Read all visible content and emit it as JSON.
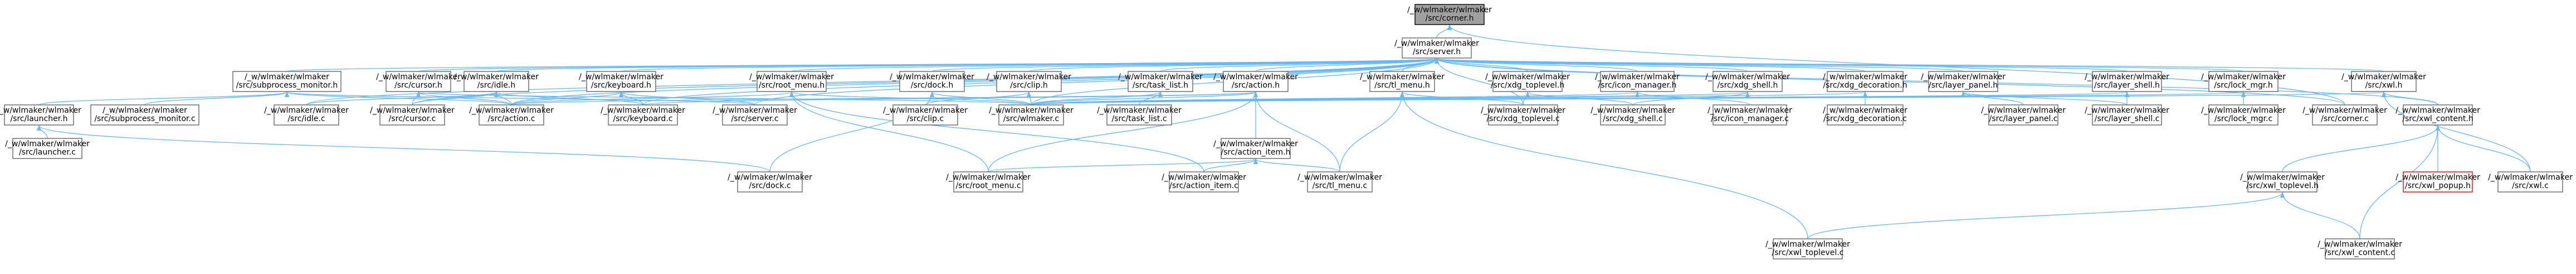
{
  "colors": {
    "edge": "#63b8ff",
    "node_border": "#666666",
    "root_fill": "#a0a0a0",
    "highlight_border": "#ff0000"
  },
  "nodes": [
    {
      "id": "corner_h",
      "line1": "/_w/wlmaker/wlmaker",
      "line2": "/src/corner.h"
    },
    {
      "id": "server_h",
      "line1": "/_w/wlmaker/wlmaker",
      "line2": "/src/server.h"
    },
    {
      "id": "subprocess_monitor_h",
      "line1": "/_w/wlmaker/wlmaker",
      "line2": "/src/subprocess_monitor.h"
    },
    {
      "id": "cursor_h",
      "line1": "/_w/wlmaker/wlmaker",
      "line2": "/src/cursor.h"
    },
    {
      "id": "idle_h",
      "line1": "/_w/wlmaker/wlmaker",
      "line2": "/src/idle.h"
    },
    {
      "id": "keyboard_h",
      "line1": "/_w/wlmaker/wlmaker",
      "line2": "/src/keyboard.h"
    },
    {
      "id": "root_menu_h",
      "line1": "/_w/wlmaker/wlmaker",
      "line2": "/src/root_menu.h"
    },
    {
      "id": "dock_h",
      "line1": "/_w/wlmaker/wlmaker",
      "line2": "/src/dock.h"
    },
    {
      "id": "clip_h",
      "line1": "/_w/wlmaker/wlmaker",
      "line2": "/src/clip.h"
    },
    {
      "id": "task_list_h",
      "line1": "/_w/wlmaker/wlmaker",
      "line2": "/src/task_list.h"
    },
    {
      "id": "action_h",
      "line1": "/_w/wlmaker/wlmaker",
      "line2": "/src/action.h"
    },
    {
      "id": "tl_menu_h",
      "line1": "/_w/wlmaker/wlmaker",
      "line2": "/src/tl_menu.h"
    },
    {
      "id": "xdg_toplevel_h",
      "line1": "/_w/wlmaker/wlmaker",
      "line2": "/src/xdg_toplevel.h"
    },
    {
      "id": "icon_manager_h",
      "line1": "/_w/wlmaker/wlmaker",
      "line2": "/src/icon_manager.h"
    },
    {
      "id": "xdg_shell_h",
      "line1": "/_w/wlmaker/wlmaker",
      "line2": "/src/xdg_shell.h"
    },
    {
      "id": "xdg_decoration_h",
      "line1": "/_w/wlmaker/wlmaker",
      "line2": "/src/xdg_decoration.h"
    },
    {
      "id": "layer_panel_h",
      "line1": "/_w/wlmaker/wlmaker",
      "line2": "/src/layer_panel.h"
    },
    {
      "id": "layer_shell_h",
      "line1": "/_w/wlmaker/wlmaker",
      "line2": "/src/layer_shell.h"
    },
    {
      "id": "lock_mgr_h",
      "line1": "/_w/wlmaker/wlmaker",
      "line2": "/src/lock_mgr.h"
    },
    {
      "id": "xwl_h",
      "line1": "/_w/wlmaker/wlmaker",
      "line2": "/src/xwl.h"
    },
    {
      "id": "launcher_h",
      "line1": "/_w/wlmaker/wlmaker",
      "line2": "/src/launcher.h"
    },
    {
      "id": "subprocess_monitor_c",
      "line1": "/_w/wlmaker/wlmaker",
      "line2": "/src/subprocess_monitor.c"
    },
    {
      "id": "idle_c",
      "line1": "/_w/wlmaker/wlmaker",
      "line2": "/src/idle.c"
    },
    {
      "id": "cursor_c",
      "line1": "/_w/wlmaker/wlmaker",
      "line2": "/src/cursor.c"
    },
    {
      "id": "action_c",
      "line1": "/_w/wlmaker/wlmaker",
      "line2": "/src/action.c"
    },
    {
      "id": "keyboard_c",
      "line1": "/_w/wlmaker/wlmaker",
      "line2": "/src/keyboard.c"
    },
    {
      "id": "server_c",
      "line1": "/_w/wlmaker/wlmaker",
      "line2": "/src/server.c"
    },
    {
      "id": "clip_c",
      "line1": "/_w/wlmaker/wlmaker",
      "line2": "/src/clip.c"
    },
    {
      "id": "wlmaker_c",
      "line1": "/_w/wlmaker/wlmaker",
      "line2": "/src/wlmaker.c"
    },
    {
      "id": "task_list_c",
      "line1": "/_w/wlmaker/wlmaker",
      "line2": "/src/task_list.c"
    },
    {
      "id": "xdg_toplevel_c",
      "line1": "/_w/wlmaker/wlmaker",
      "line2": "/src/xdg_toplevel.c"
    },
    {
      "id": "xdg_shell_c",
      "line1": "/_w/wlmaker/wlmaker",
      "line2": "/src/xdg_shell.c"
    },
    {
      "id": "icon_manager_c",
      "line1": "/_w/wlmaker/wlmaker",
      "line2": "/src/icon_manager.c"
    },
    {
      "id": "xdg_decoration_c",
      "line1": "/_w/wlmaker/wlmaker",
      "line2": "/src/xdg_decoration.c"
    },
    {
      "id": "layer_panel_c",
      "line1": "/_w/wlmaker/wlmaker",
      "line2": "/src/layer_panel.c"
    },
    {
      "id": "layer_shell_c",
      "line1": "/_w/wlmaker/wlmaker",
      "line2": "/src/layer_shell.c"
    },
    {
      "id": "lock_mgr_c",
      "line1": "/_w/wlmaker/wlmaker",
      "line2": "/src/lock_mgr.c"
    },
    {
      "id": "corner_c",
      "line1": "/_w/wlmaker/wlmaker",
      "line2": "/src/corner.c"
    },
    {
      "id": "xwl_content_h",
      "line1": "/_w/wlmaker/wlmaker",
      "line2": "/src/xwl_content.h"
    },
    {
      "id": "action_item_h",
      "line1": "/_w/wlmaker/wlmaker",
      "line2": "/src/action_item.h"
    },
    {
      "id": "launcher_c",
      "line1": "/_w/wlmaker/wlmaker",
      "line2": "/src/launcher.c"
    },
    {
      "id": "dock_c",
      "line1": "/_w/wlmaker/wlmaker",
      "line2": "/src/dock.c"
    },
    {
      "id": "root_menu_c",
      "line1": "/_w/wlmaker/wlmaker",
      "line2": "/src/root_menu.c"
    },
    {
      "id": "action_item_c",
      "line1": "/_w/wlmaker/wlmaker",
      "line2": "/src/action_item.c"
    },
    {
      "id": "tl_menu_c",
      "line1": "/_w/wlmaker/wlmaker",
      "line2": "/src/tl_menu.c"
    },
    {
      "id": "xwl_toplevel_h",
      "line1": "/_w/wlmaker/wlmaker",
      "line2": "/src/xwl_toplevel.h"
    },
    {
      "id": "xwl_popup_h",
      "line1": "/_w/wlmaker/wlmaker",
      "line2": "/src/xwl_popup.h"
    },
    {
      "id": "xwl_c",
      "line1": "/_w/wlmaker/wlmaker",
      "line2": "/src/xwl.c"
    },
    {
      "id": "xwl_toplevel_c",
      "line1": "/_w/wlmaker/wlmaker",
      "line2": "/src/xwl_toplevel.c"
    },
    {
      "id": "xwl_content_c",
      "line1": "/_w/wlmaker/wlmaker",
      "line2": "/src/xwl_content.c"
    }
  ],
  "edges": [
    [
      "server_h",
      "corner_h"
    ],
    [
      "corner_c",
      "corner_h"
    ],
    [
      "subprocess_monitor_h",
      "server_h"
    ],
    [
      "cursor_h",
      "server_h"
    ],
    [
      "idle_h",
      "server_h"
    ],
    [
      "keyboard_h",
      "server_h"
    ],
    [
      "root_menu_h",
      "server_h"
    ],
    [
      "dock_h",
      "server_h"
    ],
    [
      "clip_h",
      "server_h"
    ],
    [
      "task_list_h",
      "server_h"
    ],
    [
      "action_h",
      "server_h"
    ],
    [
      "tl_menu_h",
      "server_h"
    ],
    [
      "xdg_toplevel_h",
      "server_h"
    ],
    [
      "icon_manager_h",
      "server_h"
    ],
    [
      "xdg_shell_h",
      "server_h"
    ],
    [
      "xdg_decoration_h",
      "server_h"
    ],
    [
      "layer_panel_h",
      "server_h"
    ],
    [
      "layer_shell_h",
      "server_h"
    ],
    [
      "lock_mgr_h",
      "server_h"
    ],
    [
      "xwl_h",
      "server_h"
    ],
    [
      "server_c",
      "server_h"
    ],
    [
      "idle_c",
      "server_h"
    ],
    [
      "keyboard_c",
      "server_h"
    ],
    [
      "cursor_c",
      "server_h"
    ],
    [
      "action_c",
      "server_h"
    ],
    [
      "wlmaker_c",
      "server_h"
    ],
    [
      "xdg_toplevel_c",
      "server_h"
    ],
    [
      "corner_c",
      "server_h"
    ],
    [
      "xwl_content_h",
      "server_h"
    ],
    [
      "launcher_h",
      "subprocess_monitor_h"
    ],
    [
      "subprocess_monitor_c",
      "subprocess_monitor_h"
    ],
    [
      "server_c",
      "subprocess_monitor_h"
    ],
    [
      "action_c",
      "subprocess_monitor_h"
    ],
    [
      "cursor_c",
      "cursor_h"
    ],
    [
      "action_c",
      "cursor_h"
    ],
    [
      "wlmaker_c",
      "cursor_h"
    ],
    [
      "idle_c",
      "idle_h"
    ],
    [
      "cursor_c",
      "idle_h"
    ],
    [
      "action_c",
      "idle_h"
    ],
    [
      "keyboard_c",
      "idle_h"
    ],
    [
      "keyboard_c",
      "keyboard_h"
    ],
    [
      "server_c",
      "keyboard_h"
    ],
    [
      "action_c",
      "keyboard_h"
    ],
    [
      "root_menu_c",
      "root_menu_h"
    ],
    [
      "action_c",
      "root_menu_h"
    ],
    [
      "wlmaker_c",
      "root_menu_h"
    ],
    [
      "action_item_c",
      "root_menu_h"
    ],
    [
      "dock_c",
      "dock_h"
    ],
    [
      "wlmaker_c",
      "dock_h"
    ],
    [
      "clip_c",
      "clip_h"
    ],
    [
      "wlmaker_c",
      "clip_h"
    ],
    [
      "task_list_c",
      "task_list_h"
    ],
    [
      "wlmaker_c",
      "task_list_h"
    ],
    [
      "action_c",
      "action_h"
    ],
    [
      "keyboard_c",
      "action_h"
    ],
    [
      "wlmaker_c",
      "action_h"
    ],
    [
      "action_item_h",
      "action_h"
    ],
    [
      "root_menu_c",
      "action_h"
    ],
    [
      "tl_menu_c",
      "action_h"
    ],
    [
      "tl_menu_c",
      "tl_menu_h"
    ],
    [
      "xdg_toplevel_c",
      "tl_menu_h"
    ],
    [
      "xwl_toplevel_c",
      "tl_menu_h"
    ],
    [
      "xdg_toplevel_c",
      "xdg_toplevel_h"
    ],
    [
      "xdg_shell_c",
      "xdg_toplevel_h"
    ],
    [
      "icon_manager_c",
      "icon_manager_h"
    ],
    [
      "wlmaker_c",
      "icon_manager_h"
    ],
    [
      "xdg_shell_c",
      "xdg_shell_h"
    ],
    [
      "wlmaker_c",
      "xdg_shell_h"
    ],
    [
      "xdg_decoration_c",
      "xdg_decoration_h"
    ],
    [
      "wlmaker_c",
      "xdg_decoration_h"
    ],
    [
      "layer_panel_c",
      "layer_panel_h"
    ],
    [
      "layer_shell_c",
      "layer_panel_h"
    ],
    [
      "layer_shell_c",
      "layer_shell_h"
    ],
    [
      "wlmaker_c",
      "layer_shell_h"
    ],
    [
      "lock_mgr_c",
      "lock_mgr_h"
    ],
    [
      "wlmaker_c",
      "lock_mgr_h"
    ],
    [
      "xwl_c",
      "xwl_h"
    ],
    [
      "wlmaker_c",
      "xwl_h"
    ],
    [
      "xwl_content_h",
      "xwl_h"
    ],
    [
      "launcher_c",
      "launcher_h"
    ],
    [
      "dock_c",
      "launcher_h"
    ],
    [
      "action_item_c",
      "action_item_h"
    ],
    [
      "root_menu_c",
      "action_item_h"
    ],
    [
      "tl_menu_c",
      "action_item_h"
    ],
    [
      "xwl_toplevel_h",
      "xwl_content_h"
    ],
    [
      "xwl_popup_h",
      "xwl_content_h"
    ],
    [
      "xwl_c",
      "xwl_content_h"
    ],
    [
      "xwl_content_c",
      "xwl_content_h"
    ],
    [
      "xwl_toplevel_c",
      "xwl_toplevel_h"
    ],
    [
      "xwl_content_c",
      "xwl_toplevel_h"
    ]
  ]
}
